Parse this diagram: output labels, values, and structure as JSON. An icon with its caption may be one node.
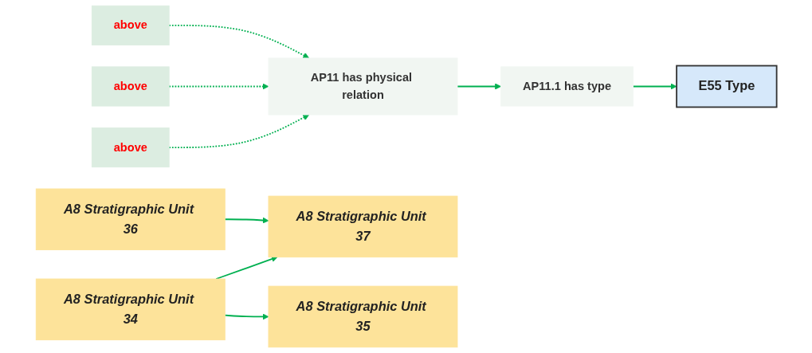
{
  "diagram": {
    "nodes": [
      {
        "text": [
          "AP11 has physical relation"
        ]
      },
      {
        "text": [
          "AP11.1 has type"
        ]
      },
      {
        "text": [
          "E55 Type"
        ]
      },
      {
        "text": [
          "A8 Stratigraphic Unit 37"
        ]
      },
      {
        "text": [
          "above"
        ]
      },
      {
        "text": [
          "above"
        ]
      },
      {
        "text": [
          "A8 Stratigraphic Unit 34"
        ]
      },
      {
        "text": [
          "A8 Stratigraphic Unit 36"
        ]
      },
      {
        "text": [
          "above"
        ]
      },
      {
        "text": [
          "A8 Stratigraphic Unit 35"
        ]
      }
    ],
    "edges": [
      {
        "from": 0,
        "to": 1,
        "arrow": "to"
      },
      {
        "from": 1,
        "to": 2,
        "arrow": "to"
      },
      {
        "from": 6,
        "to": 3,
        "arrow": "to"
      },
      {
        "from": 7,
        "to": 3,
        "arrow": "to"
      },
      {
        "from": 6,
        "to": 9,
        "arrow": "to"
      },
      {
        "from": 4,
        "to": 0,
        "arrow": "to",
        "style": "dashed"
      },
      {
        "from": 8,
        "to": 0,
        "arrow": "to",
        "style": "dashed"
      },
      {
        "from": 5,
        "to": 0,
        "arrow": "to",
        "style": "dashed"
      }
    ]
  }
}
